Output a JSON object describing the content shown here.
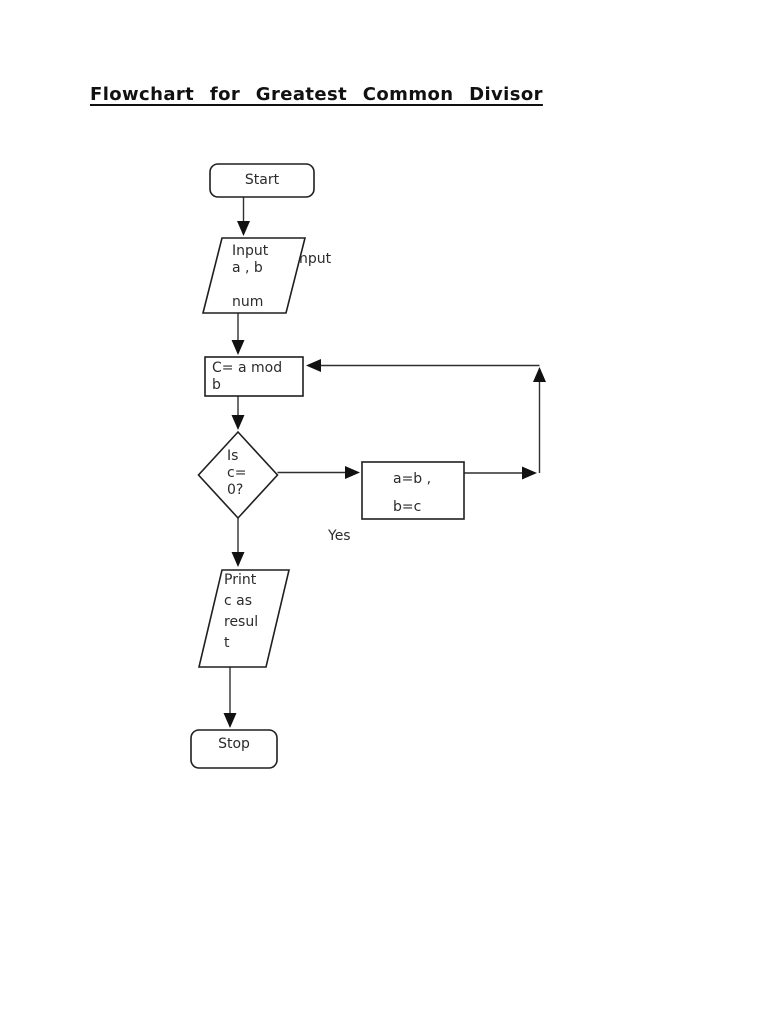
{
  "page": {
    "title_text": "Flowchart for Greatest Common Divisor"
  },
  "flowchart": {
    "nodes": {
      "start": {
        "type": "terminator",
        "label": "Start"
      },
      "input": {
        "type": "parallelogram",
        "label": "Input\na , b\n\nnum"
      },
      "input_overflow": {
        "type": "stray-text",
        "label": "nput"
      },
      "compute": {
        "type": "process",
        "label": "C= a mod\nb"
      },
      "decision": {
        "type": "decision",
        "label": "Is\nc=\n0?"
      },
      "swap": {
        "type": "process",
        "label": "a=b ,\nb=c"
      },
      "print": {
        "type": "parallelogram",
        "label": "Print\nc as\nresul\nt"
      },
      "stop": {
        "type": "terminator",
        "label": "Stop"
      }
    },
    "edge_labels": {
      "yes": "Yes"
    },
    "colors": {
      "shape_stroke": "#1f1f1f",
      "line_stroke": "#2f2f2f",
      "arrowhead_fill": "#111111",
      "text": "#2b2b2b",
      "background": "#ffffff"
    }
  }
}
